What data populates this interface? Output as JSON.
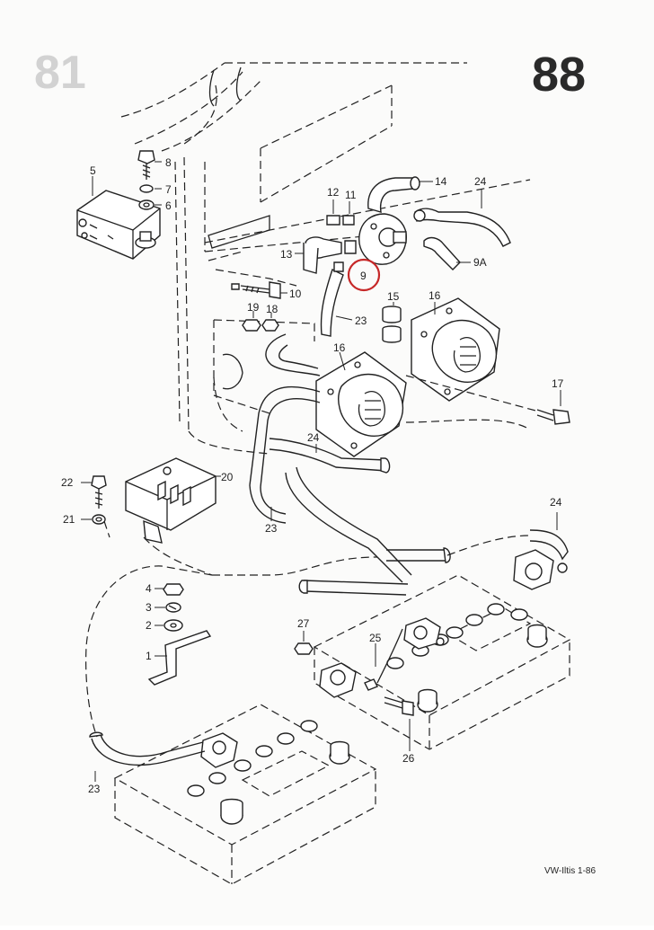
{
  "page": {
    "number": "88",
    "ghost_number": "81",
    "footer": "VW-Iltis 1-86"
  },
  "callouts": [
    {
      "id": "c5",
      "text": "5"
    },
    {
      "id": "c8",
      "text": "8"
    },
    {
      "id": "c7",
      "text": "7"
    },
    {
      "id": "c6",
      "text": "6"
    },
    {
      "id": "c14",
      "text": "14"
    },
    {
      "id": "c24a",
      "text": "24"
    },
    {
      "id": "c12",
      "text": "12"
    },
    {
      "id": "c11",
      "text": "11"
    },
    {
      "id": "c13",
      "text": "13"
    },
    {
      "id": "c9",
      "text": "9"
    },
    {
      "id": "c9a",
      "text": "9A"
    },
    {
      "id": "c10",
      "text": "10"
    },
    {
      "id": "c19",
      "text": "19"
    },
    {
      "id": "c18",
      "text": "18"
    },
    {
      "id": "c15",
      "text": "15"
    },
    {
      "id": "c16a",
      "text": "16"
    },
    {
      "id": "c23a",
      "text": "23"
    },
    {
      "id": "c16b",
      "text": "16"
    },
    {
      "id": "c17",
      "text": "17"
    },
    {
      "id": "c24b",
      "text": "24"
    },
    {
      "id": "c22",
      "text": "22"
    },
    {
      "id": "c20",
      "text": "20"
    },
    {
      "id": "c21",
      "text": "21"
    },
    {
      "id": "c23b",
      "text": "23"
    },
    {
      "id": "c24c",
      "text": "24"
    },
    {
      "id": "c4",
      "text": "4"
    },
    {
      "id": "c3",
      "text": "3"
    },
    {
      "id": "c2",
      "text": "2"
    },
    {
      "id": "c1",
      "text": "1"
    },
    {
      "id": "c27",
      "text": "27"
    },
    {
      "id": "c25",
      "text": "25"
    },
    {
      "id": "c26",
      "text": "26"
    },
    {
      "id": "c23c",
      "text": "23"
    }
  ],
  "highlight": {
    "color": "#c62828",
    "target": "9"
  }
}
